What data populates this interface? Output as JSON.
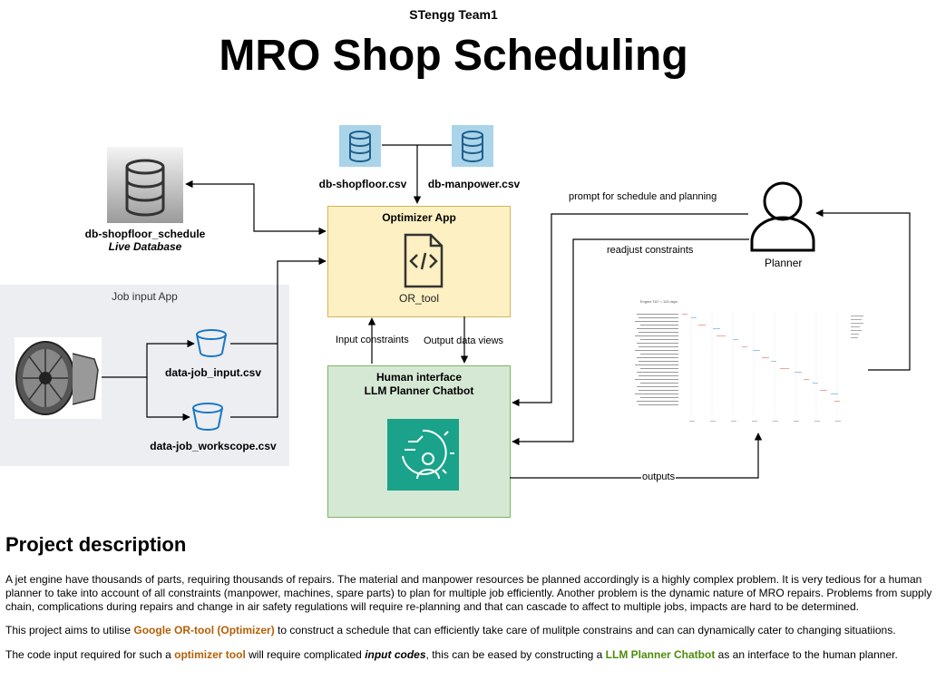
{
  "header": {
    "team": "STengg Team1",
    "title": "MRO Shop Scheduling"
  },
  "diagram": {
    "shopfloor_db": {
      "name": "db-shopfloor_schedule",
      "subtitle": "Live Database"
    },
    "csv_top": [
      {
        "label": "db-shopfloor.csv",
        "icon": "database-icon"
      },
      {
        "label": "db-manpower.csv",
        "icon": "database-icon"
      }
    ],
    "optimizer": {
      "title": "Optimizer App",
      "tool_label": "OR_tool",
      "icon": "code-file-icon"
    },
    "job_input": {
      "title": "Job input App",
      "files": [
        "data-job_input.csv",
        "data-job_workscope.csv"
      ]
    },
    "human_interface": {
      "title_line1": "Human interface",
      "title_line2": "LLM Planner Chatbot",
      "icon": "ai-person-gear-icon"
    },
    "planner": {
      "label": "Planner",
      "icon": "user-icon"
    },
    "edges": {
      "prompt": "prompt for schedule and planning",
      "readjust": "readjust constraints",
      "input_constraints": "Input constraints",
      "output_views": "Output data views",
      "outputs": "outputs"
    },
    "thumbnail_title": "Engine TAT = 115 days"
  },
  "description": {
    "heading": "Project description",
    "p1": "A jet engine have thousands of parts, requiring thousands of repairs. The material and manpower resources be planned accordingly is a highly complex problem. It is very tedious for a human planner to take into account of all constraints (manpower, machines, spare parts) to plan for multiple job efficiently. Another problem is the dynamic nature of MRO repairs. Problems from supply chain, complications during repairs and change in air safety regulations will require re-planning and that can cascade to affect to multiple jobs, impacts are hard to be determined.",
    "p2_pre": "This project aims to utilise ",
    "p2_hl": "Google OR-tool (Optimizer)",
    "p2_post": " to construct a schedule that can efficiently take care of mulitple constrains and can can dynamically cater to changing situatiions.",
    "p3_a": "The code input required for such a ",
    "p3_hl1": "optimizer tool",
    "p3_b": " will require complicated ",
    "p3_hl2": "input codes",
    "p3_c": ", this can be eased by constructing a ",
    "p3_hl3": "LLM Planner Chatbot",
    "p3_d": " as an interface to the human planner."
  },
  "colors": {
    "optimizer_fill": "#fdf0c2",
    "human_fill": "#d5e8d4",
    "csv_icon": "#a9d4ea",
    "ai_icon": "#1aa38a",
    "orange": "#b45f06",
    "green": "#4d8c0a"
  }
}
